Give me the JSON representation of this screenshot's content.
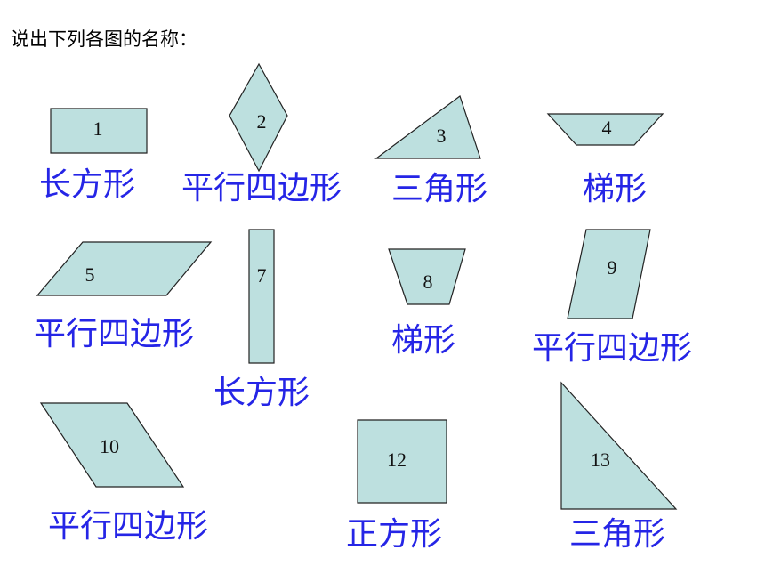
{
  "title": "说出下列各图的名称：",
  "colors": {
    "shape_fill": "#bde0df",
    "label": "#2525e6",
    "outline": "#222222"
  },
  "shapes": [
    {
      "number": "1",
      "name": "长方形"
    },
    {
      "number": "2",
      "name": "平行四边形"
    },
    {
      "number": "3",
      "name": "三角形"
    },
    {
      "number": "4",
      "name": "梯形"
    },
    {
      "number": "5",
      "name": "平行四边形"
    },
    {
      "number": "7",
      "name": "长方形"
    },
    {
      "number": "8",
      "name": "梯形"
    },
    {
      "number": "9",
      "name": "平行四边形"
    },
    {
      "number": "10",
      "name": "平行四边形"
    },
    {
      "number": "12",
      "name": "正方形"
    },
    {
      "number": "13",
      "name": "三角形"
    }
  ]
}
